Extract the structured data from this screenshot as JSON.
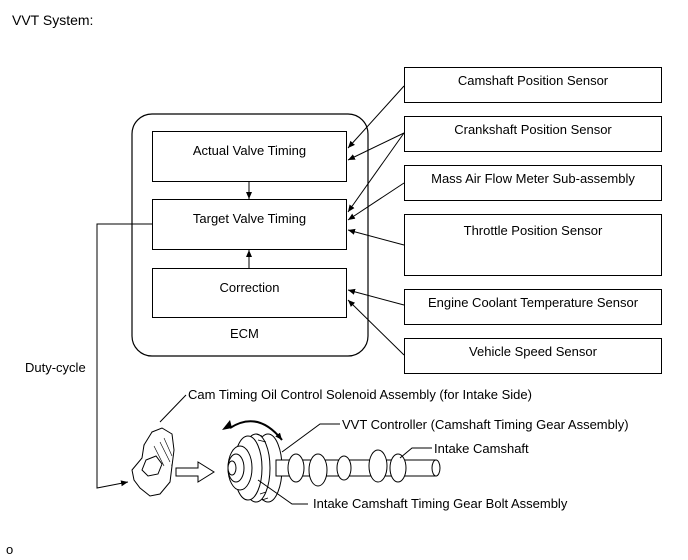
{
  "title": "VVT System:",
  "ecm": {
    "label": "ECM",
    "actual": "Actual Valve Timing",
    "target": "Target Valve Timing",
    "correction": "Correction"
  },
  "sensors": [
    "Camshaft Position Sensor",
    "Crankshaft Position Sensor",
    "Mass Air Flow Meter Sub-assembly",
    "Throttle Position Sensor",
    "Engine Coolant Temperature Sensor",
    "Vehicle Speed Sensor"
  ],
  "duty_cycle": "Duty-cycle",
  "parts": {
    "ocv": "Cam Timing Oil Control Solenoid Assembly (for Intake Side)",
    "vvt_controller": "VVT Controller (Camshaft Timing Gear Assembly)",
    "camshaft": "Intake Camshaft",
    "bolt": "Intake Camshaft Timing Gear Bolt Assembly"
  },
  "footnote": "o"
}
